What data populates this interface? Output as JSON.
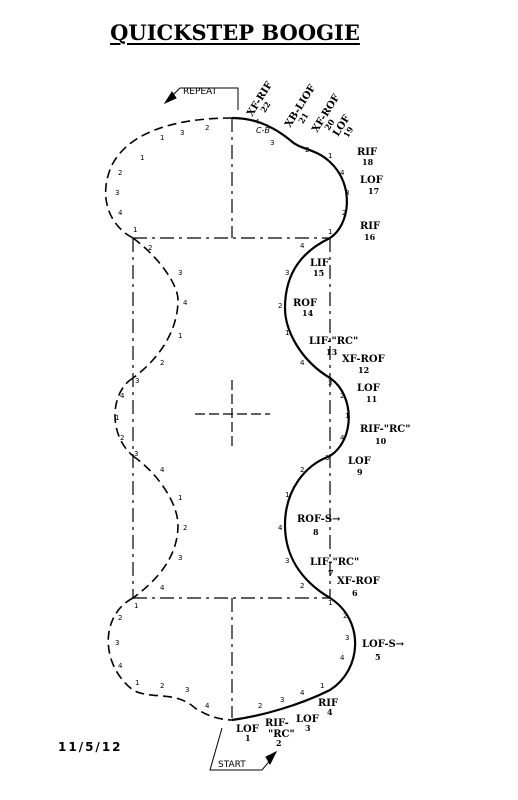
{
  "title": "QUICKSTEP BOOGIE",
  "date": "11/5/12",
  "repeat_label": "REPEAT",
  "start_label": "START",
  "ce_label": "C-B",
  "steps": [
    {
      "label": "LOF",
      "num": "1"
    },
    {
      "label": "RIF-",
      "label2": "\"RC\"",
      "num": "2"
    },
    {
      "label": "LOF",
      "num": "3"
    },
    {
      "label": "RIF",
      "num": "4"
    },
    {
      "label": "LOF-S→",
      "num": "5"
    },
    {
      "label": "XF-ROF",
      "num": "6"
    },
    {
      "label": "LIF-\"RC\"",
      "num": "7"
    },
    {
      "label": "ROF-S→",
      "num": "8"
    },
    {
      "label": "LOF",
      "num": "9"
    },
    {
      "label": "RIF-\"RC\"",
      "num": "10"
    },
    {
      "label": "LOF",
      "num": "11"
    },
    {
      "label": "XF-ROF",
      "num": "12"
    },
    {
      "label": "LIF-\"RC\"",
      "num": "13"
    },
    {
      "label": "ROF",
      "num": "14"
    },
    {
      "label": "LIF",
      "num": "15"
    },
    {
      "label": "RIF",
      "num": "16"
    },
    {
      "label": "LOF",
      "num": "17"
    },
    {
      "label": "RIF",
      "num": "18"
    },
    {
      "label": "LOF",
      "num": "19"
    },
    {
      "label": "XF-ROF",
      "num": "20"
    },
    {
      "label": "XB-LIOF",
      "num": "21"
    },
    {
      "label": "XF-RIF",
      "num": "22"
    }
  ]
}
